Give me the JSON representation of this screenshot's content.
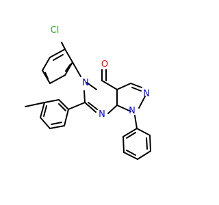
{
  "atoms": {
    "cl": {
      "text": "Cl",
      "color": "#22aa22"
    },
    "o": {
      "text": "O",
      "color": "#ff0000"
    },
    "n5": {
      "text": "N",
      "color": "#0000ff"
    },
    "n7": {
      "text": "N",
      "color": "#0000ff"
    },
    "n1": {
      "text": "N",
      "color": "#0000ff"
    },
    "n2": {
      "text": "N",
      "color": "#0000ff"
    }
  },
  "bond_color": "#000000"
}
